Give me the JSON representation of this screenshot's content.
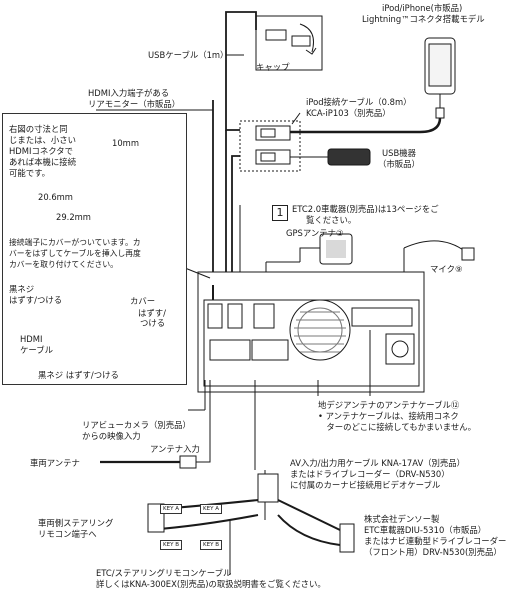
{
  "labels": {
    "ipod_product": "iPod/iPhone(市販品)",
    "ipod_lightning": "Lightning™コネクタ搭載モデル",
    "usb_cable": "USBケーブル（1m）",
    "cap": "キャップ",
    "hdmi_rear_monitor": [
      "HDMI入力端子がある",
      "リアモニター（市販品）"
    ],
    "ipod_cable": [
      "iPod接続ケーブル（0.8m）",
      "KCA-iP103（別売品）"
    ],
    "usb_device": [
      "USB機器",
      "（市販品）"
    ],
    "callout_text": [
      "右図の寸法と同",
      "じまたは、小さい",
      "HDMIコネクタで",
      "あれば本機に接続",
      "可能です。"
    ],
    "dim_10": "10mm",
    "dim_206": "20.6mm",
    "dim_292": "29.2mm",
    "cover_note": [
      "接続端子にカバーがついています。カ",
      "バーをはずしてケーブルを挿入し再度",
      "カバーを取り付けてください。"
    ],
    "black_screw_top": [
      "黒ネジ",
      "はずす/つける"
    ],
    "cover_label": "カバー",
    "cover_action": [
      "はずす/",
      "つける"
    ],
    "hdmi_cable": [
      "HDMI",
      "ケーブル"
    ],
    "black_screw_bottom": "黒ネジ はずす/つける",
    "ref_box": "1",
    "etc_note": [
      "ETC2.0車載器(別売品)は13ページをご",
      "覧ください。"
    ],
    "gps_antenna": "GPSアンテナ②",
    "mic": "マイク⑨",
    "rear_camera": [
      "リアビューカメラ（別売品）",
      "からの映像入力"
    ],
    "digital_antenna": [
      "地デジアンテナのアンテナケーブル⑫",
      "• アンテナケーブルは、接続用コネク",
      "　ターのどこに接続してもかまいません。"
    ],
    "car_antenna": "車両アンテナ",
    "antenna_input": "アンテナ入力",
    "av_cable": [
      "AV入力/出力用ケーブル KNA-17AV（別売品）",
      "またはドライブレコーダー（DRV-N530）",
      "に付属のカーナビ接続用ビデオケーブル"
    ],
    "steering_terminal": [
      "車両側ステアリング",
      "リモコン端子へ"
    ],
    "denso": [
      "株式会社デンソー製",
      "ETC車載器DIU-5310（市販品）",
      "またはナビ連動型ドライブレコーダー",
      "（フロント用）DRV-N530(別売品）"
    ],
    "etc_steering_cable": [
      "ETC/ステアリングリモコンケーブル",
      "詳しくはKNA-300EX(別売品)の取扱説明書をご覧ください。"
    ],
    "key_a": "KEY A",
    "key_b": "KEY B"
  },
  "colors": {
    "line": "#1a1a1a",
    "gray": "#7a7a7a",
    "light": "#d9d9d9"
  }
}
